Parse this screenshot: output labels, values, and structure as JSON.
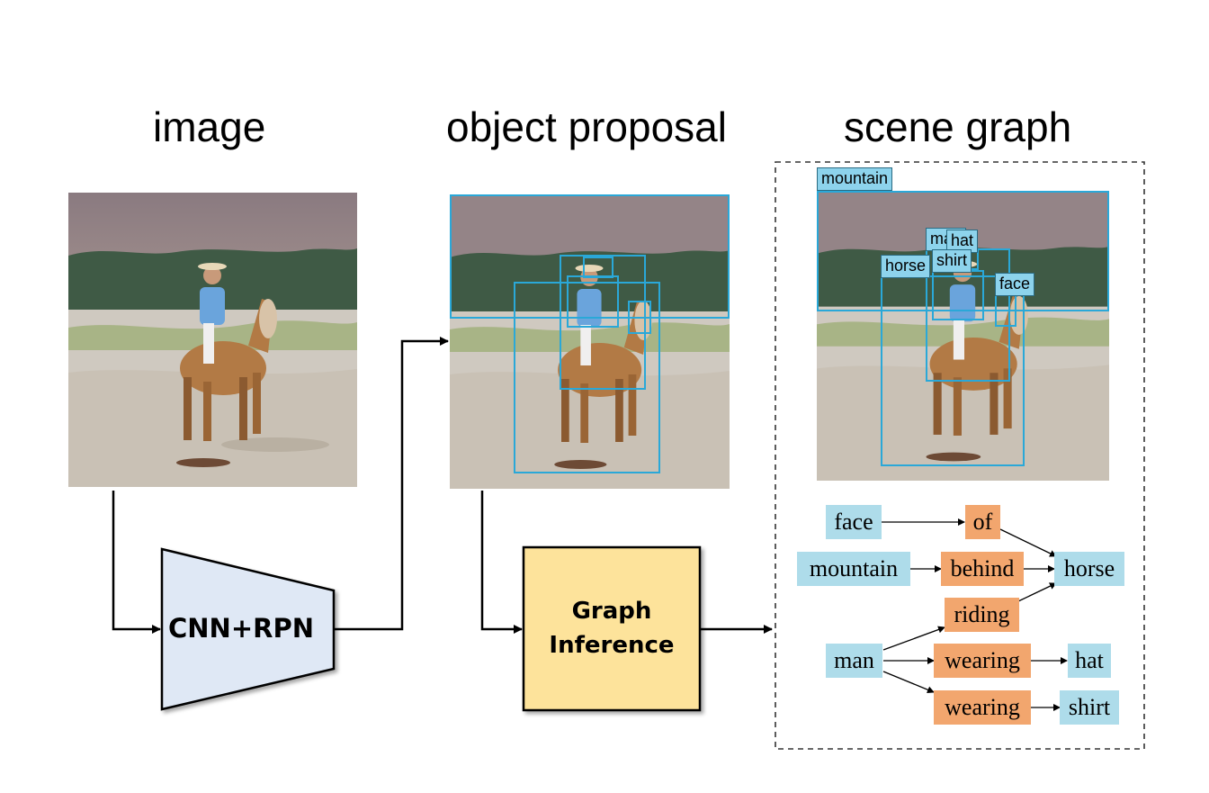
{
  "headings": {
    "image": "image",
    "proposal": "object proposal",
    "graph": "scene graph"
  },
  "modules": {
    "cnn": "CNN+RPN",
    "graph_line1": "Graph",
    "graph_line2": "Inference"
  },
  "detection_labels": {
    "mountain": "mountain",
    "man": "man",
    "hat": "hat",
    "shirt": "shirt",
    "horse": "horse",
    "face": "face"
  },
  "graph_nodes": {
    "face": "face",
    "of": "of",
    "mountain": "mountain",
    "behind": "behind",
    "horse": "horse",
    "riding": "riding",
    "man": "man",
    "wearing_hat": "wearing",
    "hat": "hat",
    "wearing_shirt": "wearing",
    "shirt": "shirt"
  },
  "colors": {
    "object_node": "#aedcea",
    "relation_node": "#f2a66e",
    "box": "#2aa8d8",
    "cnn_fill": "#dfe8f5",
    "graph_fill": "#fde39b"
  }
}
